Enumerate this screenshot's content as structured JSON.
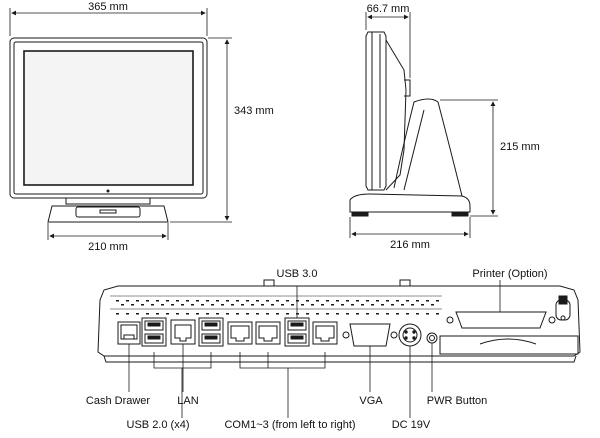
{
  "dimensions": {
    "front_width": "365 mm",
    "front_height": "343 mm",
    "base_width": "210 mm",
    "side_depth_top": "66.7 mm",
    "side_height": "215 mm",
    "side_depth_base": "216 mm"
  },
  "ports": {
    "usb3": "USB 3.0",
    "printer": "Printer (Option)",
    "cash_drawer": "Cash Drawer",
    "lan": "LAN",
    "vga": "VGA",
    "pwr_button": "PWR Button",
    "usb2": "USB 2.0 (x4)",
    "com": "COM1~3 (from left to right)",
    "dc": "DC 19V"
  },
  "colors": {
    "line": "#1a1a1a",
    "screen": "#f2f2f2",
    "panel": "#ffffff"
  }
}
